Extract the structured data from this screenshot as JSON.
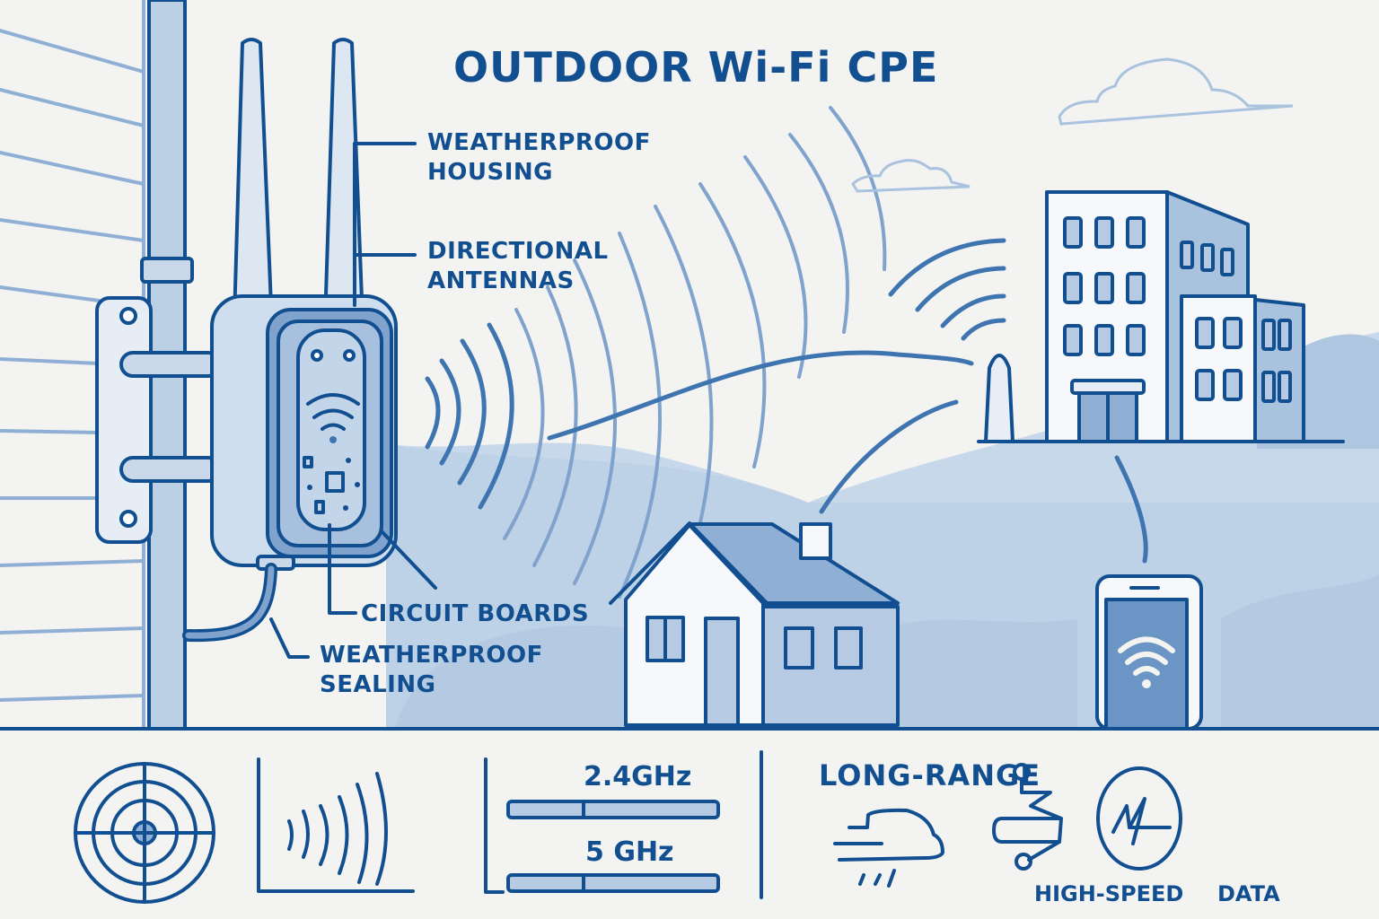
{
  "title": "OUTDOOR Wi-Fi CPE",
  "callouts": {
    "weatherproof_housing": [
      "WEATHERPROOF",
      "HOUSING"
    ],
    "directional_antennas": [
      "DIRECTIONAL",
      "ANTENNAS"
    ],
    "circuit_boards": "CIRCUIT BOARDS",
    "weatherproof_sealing": [
      "WEATHERPROOF",
      "SEALING"
    ]
  },
  "scene": {
    "elements": [
      "pole-mount",
      "cpe-device",
      "antennas",
      "signal-waves",
      "hills",
      "house",
      "office-building",
      "tower",
      "smartphone",
      "clouds"
    ]
  },
  "features": {
    "icons": [
      "target-icon",
      "signal-waves-icon",
      "frequency-bars-icon",
      "weather-cloud-icon",
      "high-speed-icon",
      "data-icon"
    ],
    "freq_24": "2.4GHz",
    "freq_5": "5 GHz",
    "long_range": "LONG-RANGE",
    "high_speed": "HIGH-SPEED",
    "data": "DATA"
  },
  "colors": {
    "primary": "#114f91",
    "light": "#b9cde3",
    "mid": "#8fb0d4",
    "background": "#f3f3f1"
  }
}
